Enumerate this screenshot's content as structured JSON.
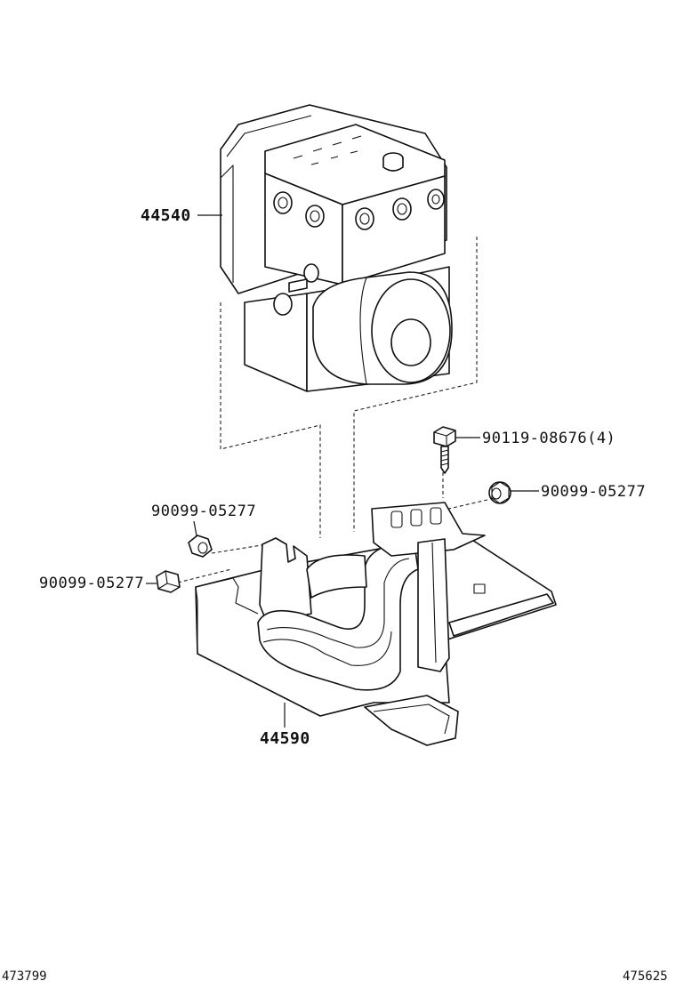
{
  "callouts": {
    "actuator": "44540",
    "bracket": "44590",
    "bolt": "90119-08676(4)",
    "nut_right": "90099-05277",
    "nut_left_upper": "90099-05277",
    "nut_left_lower": "90099-05277"
  },
  "footer": {
    "left_id": "473799",
    "right_id": "475625"
  }
}
